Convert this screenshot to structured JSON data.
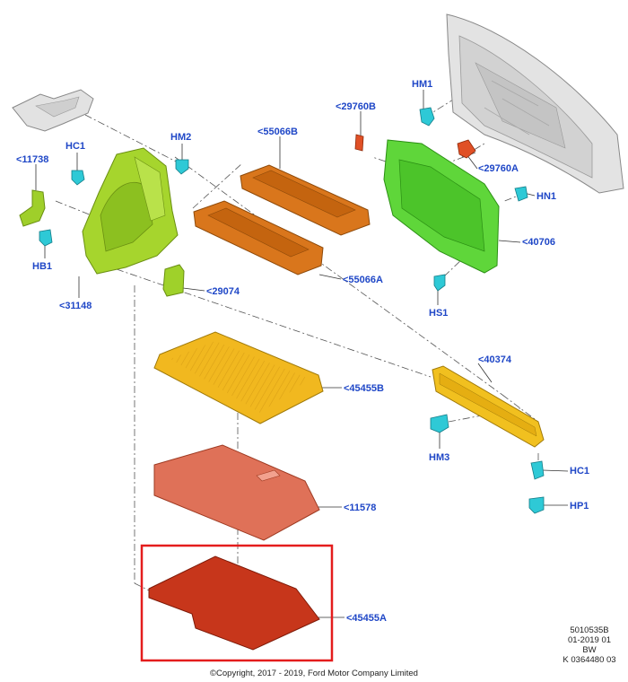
{
  "callouts": {
    "hm1": "HM1",
    "p29760b": "<29760B",
    "hc1_left": "HC1",
    "hm2": "HM2",
    "p55066b": "<55066B",
    "p11738": "<11738",
    "p29760a": "<29760A",
    "hn1": "HN1",
    "p40706": "<40706",
    "hb1": "HB1",
    "p55066a": "<55066A",
    "p29074": "<29074",
    "p31148": "<31148",
    "hs1": "HS1",
    "p40374": "<40374",
    "p45455b": "<45455B",
    "hm3": "HM3",
    "hc1_right": "HC1",
    "p11578": "<11578",
    "hp1": "HP1",
    "p45455a": "<45455A"
  },
  "meta": {
    "line1": "5010535B",
    "line2": "01-2019 01",
    "line3": "BW",
    "line4": "K 0364480 03"
  },
  "copyright": "©Copyright, 2017 - 2019, Ford Motor Company Limited",
  "colors": {
    "callout": "#1f47c7",
    "highlight": "#e41c1c",
    "trim_green": "#9fd12a",
    "liner_green": "#5fd63a",
    "shelf_orange": "#d9761c",
    "floor_yellow": "#f1b81f",
    "mat_salmon": "#df7158",
    "mat_red": "#c7361b",
    "clip_cyan": "#2ec9d6"
  }
}
